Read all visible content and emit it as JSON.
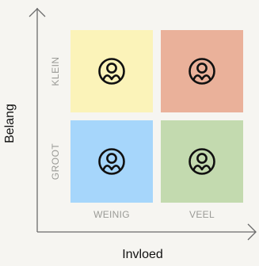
{
  "axes": {
    "y_title": "Belang",
    "x_title": "Invloed"
  },
  "rows": {
    "top": "KLEIN",
    "bottom": "GROOT"
  },
  "columns": {
    "left": "WEINIG",
    "right": "VEEL"
  },
  "quadrants": [
    {
      "id": "tl",
      "color": "#fbf3b9",
      "icon": "person-icon"
    },
    {
      "id": "tr",
      "color": "#eab19a",
      "icon": "person-icon"
    },
    {
      "id": "bl",
      "color": "#a6d6fb",
      "icon": "person-icon"
    },
    {
      "id": "br",
      "color": "#c3daaf",
      "icon": "person-icon"
    }
  ],
  "colors": {
    "axis": "#6b6b6b",
    "label": "#9a9a96",
    "icon": "#111111"
  }
}
